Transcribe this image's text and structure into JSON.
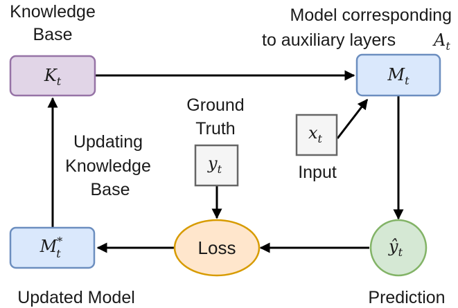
{
  "labels": {
    "knowledge_base_line1": "Knowledge",
    "knowledge_base_line2": "Base",
    "model_line1": "Model corresponding",
    "model_line2": "to auxiliary layers",
    "model_symbol_base": "A",
    "model_symbol_sub": "t",
    "ground_truth_line1": "Ground",
    "ground_truth_line2": "Truth",
    "updating_line1": "Updating",
    "updating_line2": "Knowledge",
    "updating_line3": "Base",
    "input": "Input",
    "updated_model": "Updated Model",
    "prediction": "Prediction"
  },
  "nodes": {
    "knowledge_base": {
      "base": "K",
      "sub": "t",
      "fill": "#e1d5e7",
      "stroke": "#9673a6"
    },
    "model": {
      "base": "M",
      "sub": "t",
      "fill": "#dae8fc",
      "stroke": "#6c8ebf"
    },
    "input": {
      "base": "x",
      "sub": "t",
      "fill": "#f5f5f5",
      "stroke": "#666666"
    },
    "ground_truth": {
      "base": "y",
      "sub": "t",
      "fill": "#f5f5f5",
      "stroke": "#666666"
    },
    "loss": {
      "text": "Loss",
      "fill": "#ffe6cc",
      "stroke": "#d79b00"
    },
    "prediction": {
      "base": "ŷ",
      "sub": "t",
      "fill": "#d5e8d4",
      "stroke": "#82b366"
    },
    "updated_model": {
      "base": "M",
      "sub": "t",
      "sup": "*",
      "fill": "#dae8fc",
      "stroke": "#6c8ebf"
    }
  }
}
